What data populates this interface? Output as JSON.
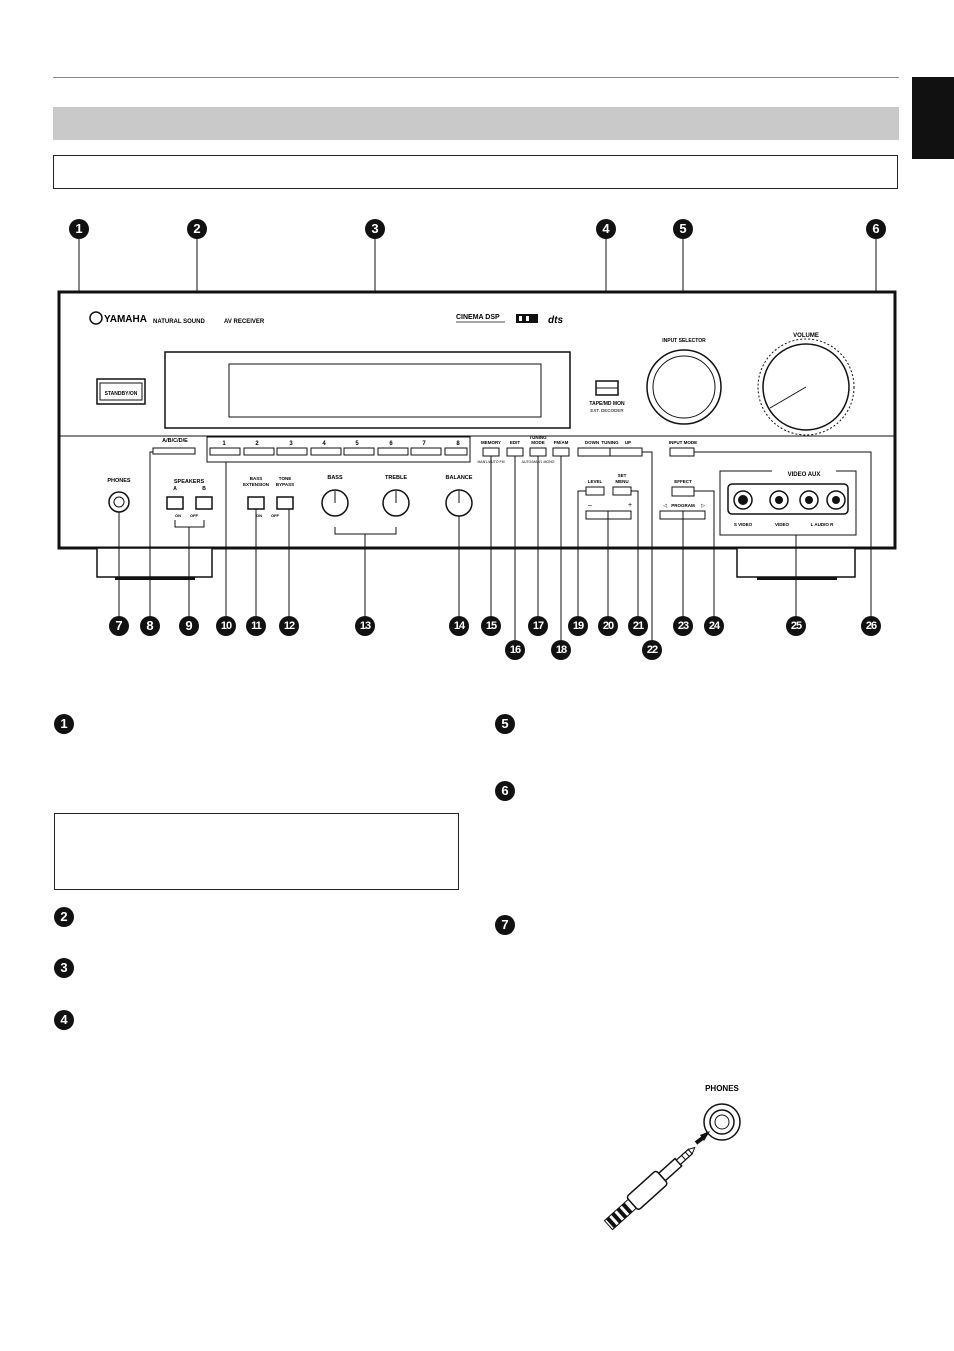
{
  "panel": {
    "brand": "YAMAHA",
    "tagline1": "NATURAL SOUND",
    "tagline2": "AV RECEIVER",
    "cinema_dsp": "CINEMA DSP",
    "dts": "dts",
    "standby_on": "STANDBY/ON",
    "input_selector": "INPUT SELECTOR",
    "volume": "VOLUME",
    "tape_md_mon": "TAPE/MD MON",
    "ext_decoder": "EXT. DECODER",
    "abcde": "A/B/C/D/E",
    "presets": [
      "1",
      "2",
      "3",
      "4",
      "5",
      "6",
      "7",
      "8"
    ],
    "memory": "MEMORY",
    "manual_auto_fm": "MAN'L/AUTO FM",
    "edit": "EDIT",
    "tuning_mode_1": "TUNING",
    "tuning_mode_2": "MODE",
    "auto_man_mono": "AUTO/MAN'L MONO",
    "fm_am": "FM/AM",
    "down": "DOWN",
    "tuning": "TUNING",
    "up": "UP",
    "input_mode": "INPUT MODE",
    "phones": "PHONES",
    "speakers": "SPEAKERS",
    "spk_a": "A",
    "spk_b": "B",
    "on": "ON",
    "off": "OFF",
    "bass_extension_1": "BASS",
    "bass_extension_2": "EXTENSION",
    "tone_bypass_1": "TONE",
    "tone_bypass_2": "BYPASS",
    "bass": "BASS",
    "treble": "TREBLE",
    "balance": "BALANCE",
    "level": "LEVEL",
    "set_menu_1": "SET",
    "set_menu_2": "MENU",
    "minus": "–",
    "plus": "+",
    "effect": "EFFECT",
    "program": "PROGRAM",
    "video_aux": "VIDEO AUX",
    "s_video": "S VIDEO",
    "video": "VIDEO",
    "l_audio_r": "L  AUDIO  R"
  },
  "callouts_top": [
    "1",
    "2",
    "3",
    "4",
    "5",
    "6"
  ],
  "callouts_bottom": [
    "7",
    "8",
    "9",
    "10",
    "11",
    "12",
    "13",
    "14",
    "15",
    "16",
    "17",
    "18",
    "19",
    "20",
    "21",
    "22",
    "23",
    "24",
    "25",
    "26"
  ],
  "desc_markers": [
    "1",
    "2",
    "3",
    "4",
    "5",
    "6",
    "7"
  ],
  "phones_label": "PHONES"
}
